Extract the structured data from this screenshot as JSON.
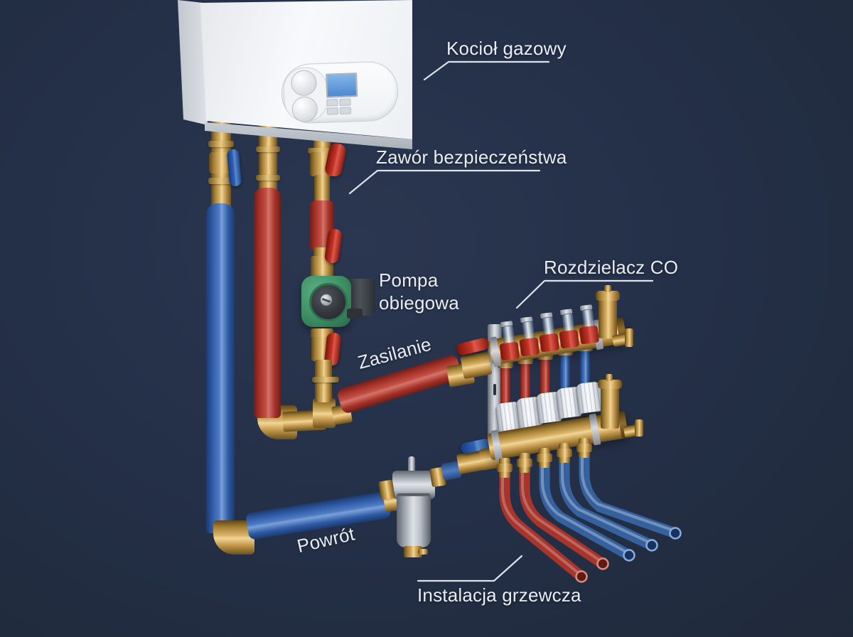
{
  "diagram": {
    "labels": {
      "boiler": "Kocioł gazowy",
      "safety_valve": "Zawór bezpieczeństwa",
      "pump": "Pompa obiegowa",
      "manifold": "Rozdzielacz CO",
      "supply": "Zasilanie",
      "return_line": "Powrót",
      "heating_loops": "Instalacja grzewcza"
    },
    "colors": {
      "background": "#243048",
      "supply_red": "#b23f35",
      "return_blue": "#3565b1",
      "brass": "#c9a45a",
      "pump_green": "#3f9168",
      "steel": "#b8bec6",
      "label_text": "#e9edf3",
      "leader_line": "#dde2ea"
    }
  }
}
